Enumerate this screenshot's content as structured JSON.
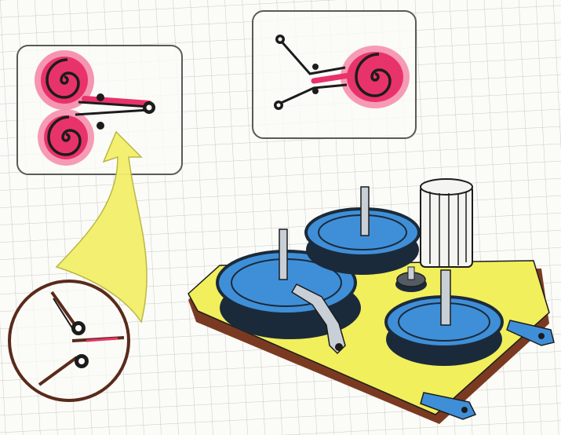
{
  "illustration": {
    "colors": {
      "paper": "#fbfbf8",
      "grid": "#c9c9c4",
      "ink": "#1c1c1c",
      "spring_pink": "#e8336a",
      "spring_glow": "#f48aaa",
      "reel_blue": "#3f8fd8",
      "reel_dark": "#1b2a3a",
      "board_yellow": "#f1ef5c",
      "board_wood": "#7a3a22",
      "arrow_yellow": "#f3f06a",
      "circle_outline": "#5a2a1a",
      "knob_white": "#f4f4f0",
      "metal": "#c9cfd6"
    },
    "panels": [
      {
        "name": "double-spring-detail-panel"
      },
      {
        "name": "single-spring-detail-panel"
      },
      {
        "name": "magnified-contact-circle"
      }
    ]
  }
}
